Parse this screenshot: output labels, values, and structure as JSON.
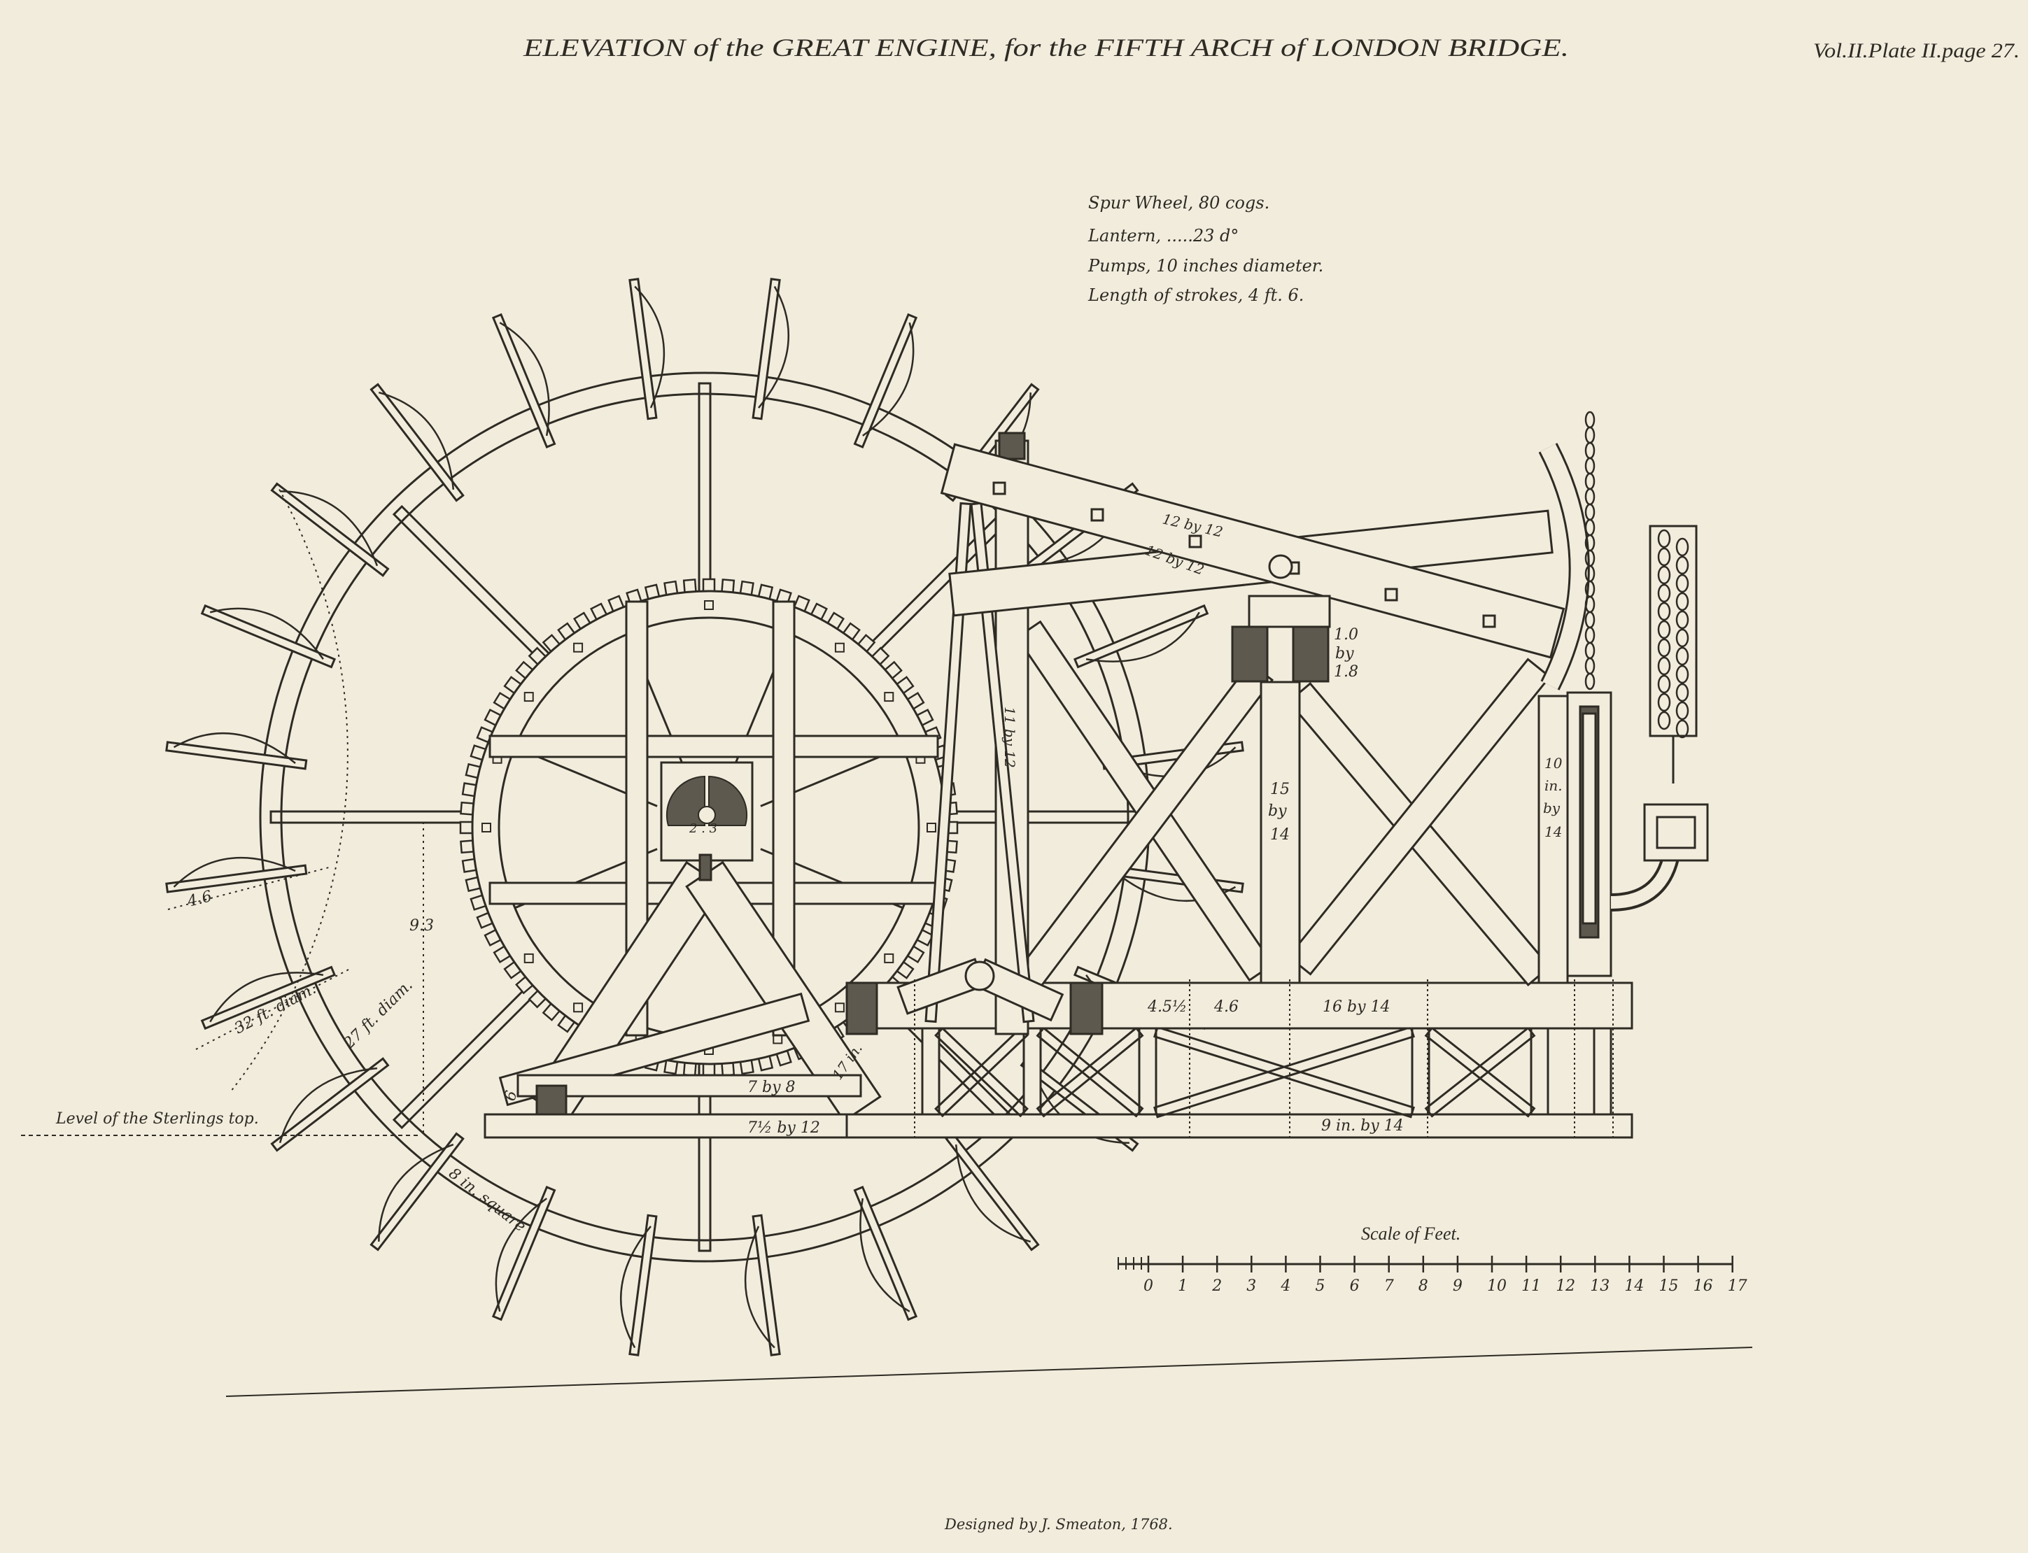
{
  "plate": {
    "title": "ELEVATION of the GREAT ENGINE, for the FIFTH ARCH of LONDON BRIDGE.",
    "reference": "Vol.II.Plate II.page 27.",
    "credit": "Designed by J. Smeaton, 1768."
  },
  "notes": [
    "Spur Wheel, 80 cogs.",
    "Lantern, .....23 d°",
    "Pumps, 10 inches diameter.",
    "Length of strokes, 4 ft. 6."
  ],
  "labels": {
    "sterlings": "Level of the Sterlings top.",
    "float_width": "4.6",
    "height_93": "9.3",
    "wheel_diam": "32 ft. diam.",
    "rim_diam": "27 ft. diam.",
    "rim_square": "8 in. square",
    "block_6": "6",
    "beam_7by8": "7 by 8",
    "sill_7half": "7½ by 12",
    "cog_17in": "17 in.",
    "post_11by12": "11 by 12",
    "lever_upper": "12 by 12",
    "lever_lower": "12 by 12",
    "gudgeon": [
      "1.0",
      "by",
      "1.8"
    ],
    "post_15by14": [
      "15",
      "by",
      "14"
    ],
    "post_10by14": [
      "10",
      "in.",
      "by",
      "14"
    ],
    "dim_45half": "4.5½",
    "dim_46": "4.6",
    "beam_16by14": "16 by 14",
    "sill_9by14": "9 in. by 14",
    "hub_23": "2 . 3"
  },
  "scale": {
    "title": "Scale of Feet.",
    "labels": [
      "0",
      "1",
      "2",
      "3",
      "4",
      "5",
      "6",
      "7",
      "8",
      "9",
      "10",
      "11",
      "12",
      "13",
      "14",
      "15",
      "16",
      "17"
    ]
  }
}
